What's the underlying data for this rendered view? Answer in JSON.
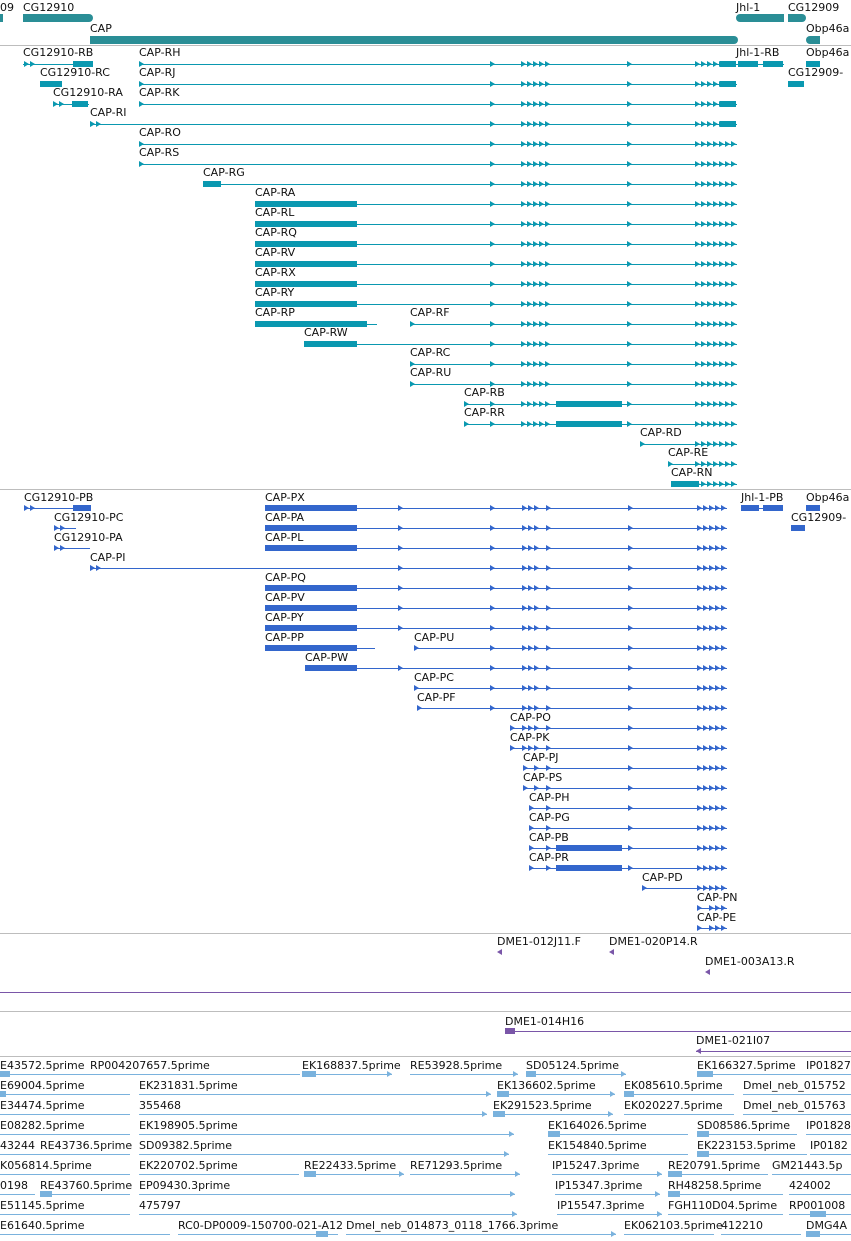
{
  "colors": {
    "gene": "#2a8e96",
    "mrna": "#0a98b0",
    "protein": "#3366cc",
    "clone": "#7a56a8",
    "est": "#7ab2dd",
    "separator": "#bdbdbd"
  },
  "genes_track": {
    "labels": [
      "09",
      "CG12910",
      "CAP",
      "Jhl-1",
      "CG12909",
      "Obp46a"
    ]
  },
  "mrna_track": {
    "labels": [
      "CG12910-RB",
      "CAP-RH",
      "Jhl-1-RB",
      "Obp46a",
      "CG12910-RC",
      "CAP-RJ",
      "CG12909-",
      "CG12910-RA",
      "CAP-RK",
      "CAP-RI",
      "CAP-RO",
      "CAP-RS",
      "CAP-RG",
      "CAP-RA",
      "CAP-RL",
      "CAP-RQ",
      "CAP-RV",
      "CAP-RX",
      "CAP-RY",
      "CAP-RP",
      "CAP-RF",
      "CAP-RW",
      "CAP-RC",
      "CAP-RU",
      "CAP-RB",
      "CAP-RR",
      "CAP-RD",
      "CAP-RE",
      "CAP-RN"
    ]
  },
  "protein_track": {
    "labels": [
      "CG12910-PB",
      "CAP-PX",
      "Jhl-1-PB",
      "Obp46a",
      "CG12910-PC",
      "CAP-PA",
      "CG12909-",
      "CG12910-PA",
      "CAP-PL",
      "CAP-PI",
      "CAP-PQ",
      "CAP-PV",
      "CAP-PY",
      "CAP-PP",
      "CAP-PU",
      "CAP-PW",
      "CAP-PC",
      "CAP-PF",
      "CAP-PO",
      "CAP-PK",
      "CAP-PJ",
      "CAP-PS",
      "CAP-PH",
      "CAP-PG",
      "CAP-PB",
      "CAP-PR",
      "CAP-PD",
      "CAP-PN",
      "CAP-PE"
    ]
  },
  "clone_track": {
    "labels": [
      "DME1-012J11.F",
      "DME1-020P14.R",
      "DME1-003A13.R",
      "DME1-014H16",
      "DME1-021I07"
    ]
  },
  "est_track": {
    "labels": [
      "E43572.5prime",
      "RP004207657.5prime",
      "EK168837.5prime",
      "RE53928.5prime",
      "SD05124.5prime",
      "EK166327.5prime",
      "IP01827",
      "E69004.5prime",
      "EK231831.5prime",
      "EK136602.5prime",
      "EK085610.5prime",
      "Dmel_neb_015752",
      "E34474.5prime",
      "355468",
      "EK291523.5prime",
      "EK020227.5prime",
      "Dmel_neb_015763",
      "E08282.5prime",
      "EK198905.5prime",
      "EK164026.5prime",
      "SD08586.5prime",
      "IP01828",
      "43244",
      "RE43736.5prime",
      "SD09382.5prime",
      "EK154840.5prime",
      "EK223153.5prime",
      "IP0182",
      "K056814.5prime",
      "EK220702.5prime",
      "RE22433.5prime",
      "RE71293.5prime",
      "IP15247.3prime",
      "RE20791.5prime",
      "GM21443.5p",
      "0198",
      "RE43760.5prime",
      "EP09430.3prime",
      "IP15347.3prime",
      "RH48258.5prime",
      "424002",
      "E51145.5prime",
      "475797",
      "IP15547.3prime",
      "FGH110D04.5prime",
      "RP001008",
      "E61640.5prime",
      "RC0-DP0009-150700-021-A12",
      "Dmel_neb_014873_0118_1766.3prime",
      "EK062103.5prime",
      "412210",
      "DMG4A"
    ]
  }
}
